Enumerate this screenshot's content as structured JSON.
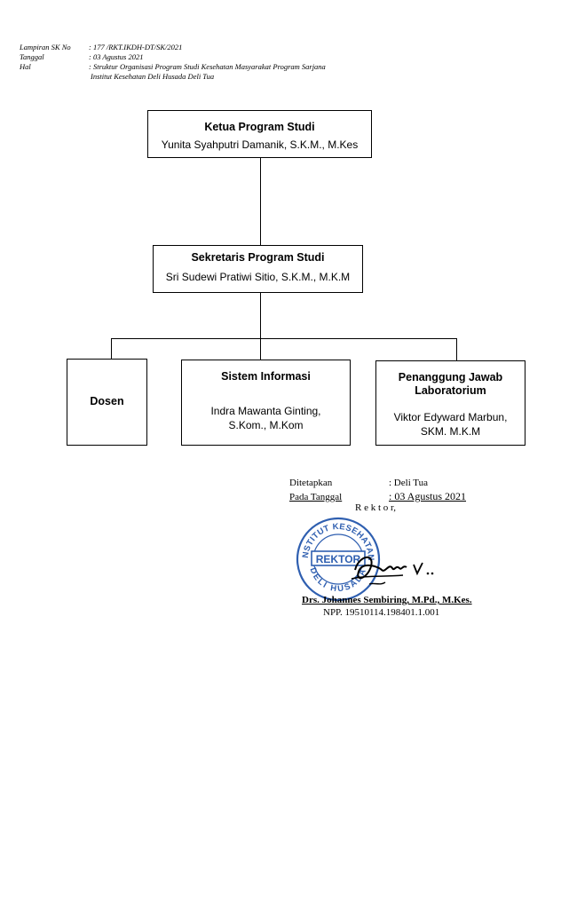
{
  "header": {
    "rows": [
      {
        "label": "Lampiran SK  No",
        "value": ": 177  /RKT.IKDH-DT/SK/2021"
      },
      {
        "label": "Tanggal",
        "value": ": 03 Agustus 2021"
      },
      {
        "label": "Hal",
        "value": ": Struktur Organisasi Program Studi Kesehatan Masyarakat Program Sarjana"
      }
    ],
    "continuation": "Institut Kesehatan Deli Husada Deli Tua"
  },
  "org": {
    "ketua": {
      "title": "Ketua Program Studi",
      "name": "Yunita Syahputri Damanik, S.K.M., M.Kes"
    },
    "sekretaris": {
      "title": "Sekretaris Program Studi",
      "name": "Sri Sudewi Pratiwi Sitio, S.K.M., M.K.M"
    },
    "dosen": {
      "title": "Dosen"
    },
    "sistem": {
      "title": "Sistem Informasi",
      "name": "Indra Mawanta Ginting, S.Kom., M.Kom"
    },
    "lab": {
      "title": "Penanggung Jawab Laboratorium",
      "name": "Viktor Edyward Marbun, SKM. M.K.M"
    }
  },
  "signature": {
    "ditetapkan_label": "Ditetapkan",
    "ditetapkan_value": ": Deli Tua",
    "tanggal_label": "Pada Tanggal",
    "tanggal_value": ": 03 Agustus 2021",
    "rektor": "R e k t o r,",
    "stamp_top": "INSTITUT KESEHATAN",
    "stamp_center": "REKTOR",
    "stamp_bottom": "DELI HUSADA",
    "name": "Drs. Johannes Sembiring, M.Pd., M.Kes.",
    "npp": "NPP. 19510114.198401.1.001"
  }
}
